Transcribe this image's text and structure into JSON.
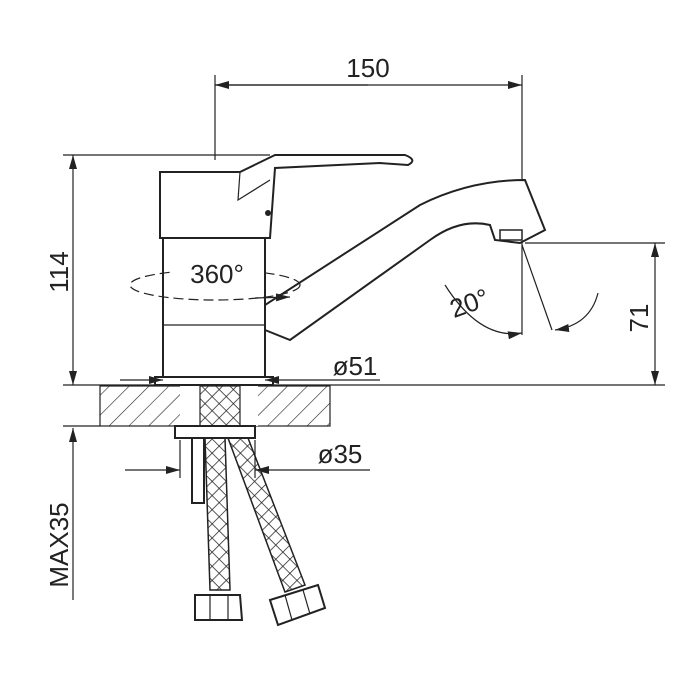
{
  "drawing": {
    "width_label": "150",
    "height_label": "114",
    "spout_height_label": "71",
    "rotation_label": "360°",
    "spout_angle_label": "20°",
    "base_diameter_label": "ø51",
    "shank_diameter_label": "ø35",
    "max_thickness_label": "MAX35"
  }
}
